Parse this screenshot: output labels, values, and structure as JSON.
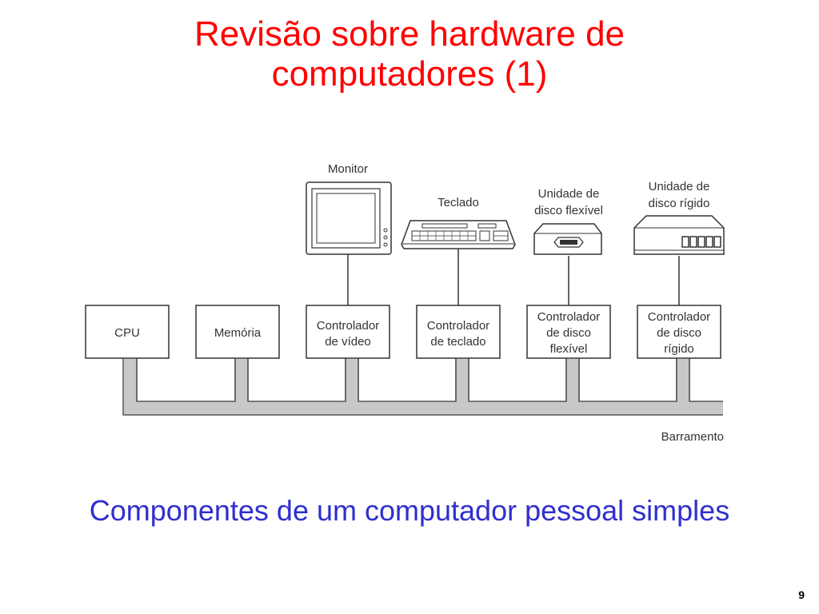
{
  "slide": {
    "title_line1": "Revisão sobre hardware de",
    "title_line2": "computadores (1)",
    "caption": "Componentes de um computador pessoal simples",
    "page_number": "9"
  },
  "diagram": {
    "boxes": {
      "cpu": "CPU",
      "memoria": "Memória",
      "ctrl_video": [
        "Controlador",
        "de vídeo"
      ],
      "ctrl_teclado": [
        "Controlador",
        "de teclado"
      ],
      "ctrl_flexivel": [
        "Controlador",
        "de disco",
        "flexível"
      ],
      "ctrl_rigido": [
        "Controlador",
        "de disco",
        "rígido"
      ]
    },
    "devices": {
      "monitor": "Monitor",
      "teclado": "Teclado",
      "flexivel": [
        "Unidade de",
        "disco flexível"
      ],
      "rigido": [
        "Unidade de",
        "disco rígido"
      ]
    },
    "bus_label": "Barramento"
  },
  "colors": {
    "title": "#ff0000",
    "caption": "#2f2fcf",
    "bus": "#c8c8c8"
  }
}
